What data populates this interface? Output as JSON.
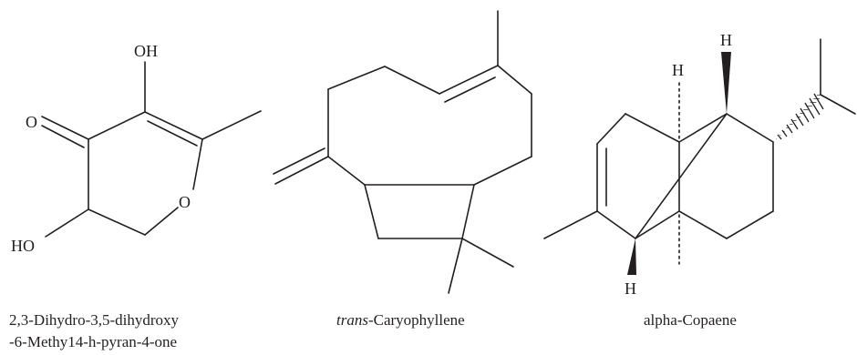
{
  "molecules": [
    {
      "atoms": {
        "oh": "OH",
        "o_carbonyl": "O",
        "o_ring": "O",
        "ho": "HO"
      },
      "caption_lines": [
        "2,3-Dihydro-3,5-dihydroxy",
        "-6-Methy14-h-pyran-4-one"
      ]
    },
    {
      "caption_prefix": "trans",
      "caption_rest": "-Caryophyllene"
    },
    {
      "atoms": {
        "h_top": "H",
        "h_mid": "H",
        "h_bottom": "H"
      },
      "caption": "alpha-Copaene"
    }
  ],
  "colors": {
    "ink": "#231f20",
    "background": "#ffffff"
  }
}
